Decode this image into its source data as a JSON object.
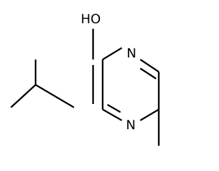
{
  "molecule": {
    "atoms": {
      "hydroxyl": "HO",
      "n1": "N",
      "n4": "N"
    },
    "bond_color": "#000000",
    "label_color": "#000000",
    "background": "#ffffff"
  }
}
